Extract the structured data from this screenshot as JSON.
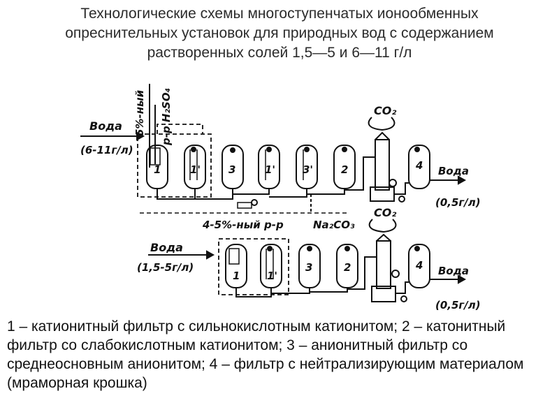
{
  "title": {
    "line1": "Технологические схемы многоступенчатых ионообменных",
    "line2": "опреснительных установок для природных вод с содержанием",
    "line3": "растворенных солей 1,5—5 и 6—11 г/л"
  },
  "scheme_top": {
    "inlet_label": "Вода",
    "inlet_conc": "(6-11г/л)",
    "acid_label_1": "5%-ный",
    "acid_label_2": "р-р H₂SO₄",
    "co2_label": "CO₂",
    "outlet_label": "Вода",
    "outlet_conc": "(0,5г/л)",
    "reagent_label": "4-5%-ный р-р",
    "soda_label": "Na₂CO₃",
    "units": [
      "1",
      "1'",
      "3",
      "1'",
      "3'",
      "2",
      "4"
    ]
  },
  "scheme_bottom": {
    "inlet_label": "Вода",
    "inlet_conc": "(1,5-5г/л)",
    "co2_label": "CO₂",
    "outlet_label": "Вода",
    "outlet_conc": "(0,5г/л)",
    "units": [
      "1",
      "1'",
      "3",
      "2",
      "4"
    ]
  },
  "legend": {
    "text": "1 – катионитный фильтр с сильнокислотным катионитом; 2 – катонитный фильтр со слабокислотным катионитом; 3 – анионитный фильтр со среднеосновным анионитом; 4 – фильтр с нейтрализирующим материалом (мраморная крошка)"
  }
}
